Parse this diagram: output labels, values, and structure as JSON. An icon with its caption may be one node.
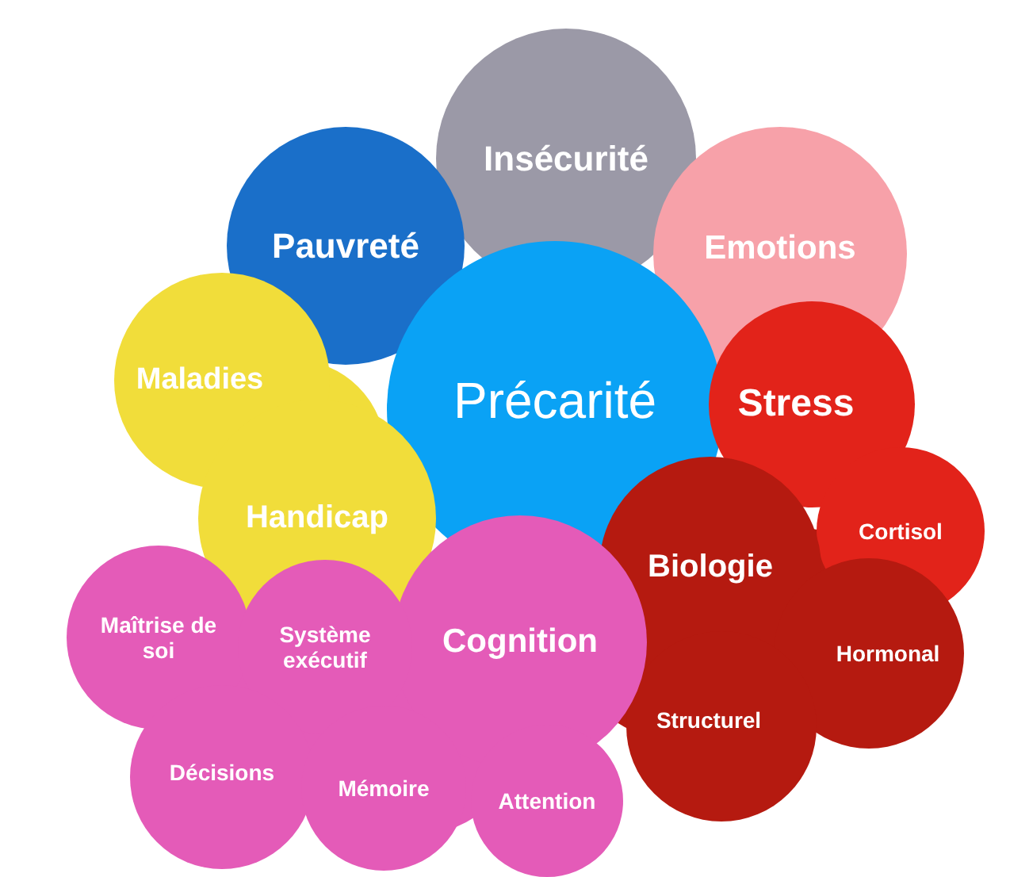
{
  "diagram": {
    "nodes": [
      {
        "text": [
          "Insécurité"
        ]
      },
      {
        "text": [
          "Emotions"
        ]
      },
      {
        "text": [
          "Pauvreté"
        ]
      },
      {
        "text": [
          "Précarité"
        ]
      },
      {
        "text": [
          "Maladies"
        ]
      },
      {
        "text": [
          "Handicap"
        ]
      },
      {
        "text": [
          "Stress"
        ]
      },
      {
        "text": [
          "Cortisol"
        ]
      },
      {
        "text": [
          "Biologie"
        ]
      },
      {
        "text": [
          "Hormonal"
        ]
      },
      {
        "text": [
          "Structurel"
        ]
      },
      {
        "text": [
          "Cognition"
        ]
      },
      {
        "text": [
          "Maîtrise de soi"
        ]
      },
      {
        "text": [
          "Système exécutif"
        ]
      },
      {
        "text": [
          "Décisions"
        ]
      },
      {
        "text": [
          "Mémoire"
        ]
      },
      {
        "text": [
          "Attention"
        ]
      }
    ]
  }
}
